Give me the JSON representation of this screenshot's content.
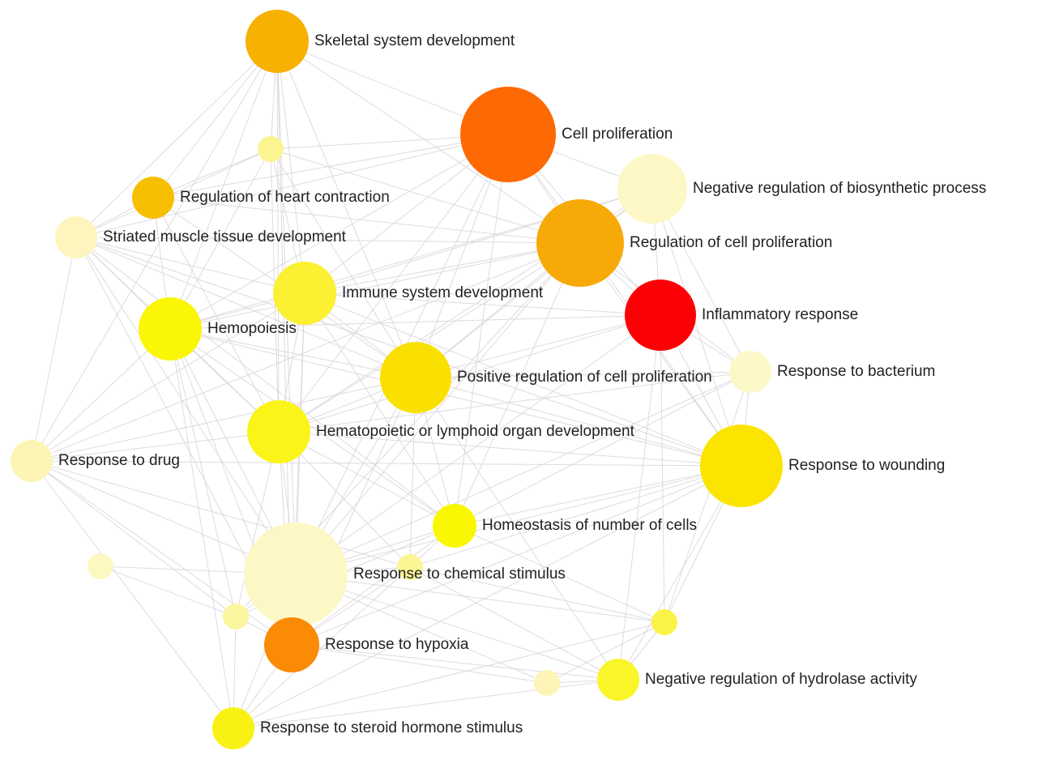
{
  "nodes": [
    {
      "id": "n_skeletal",
      "label": "Skeletal system development",
      "color": "#f7b100"
    },
    {
      "id": "n_cellprolif",
      "label": "Cell proliferation",
      "color": "#fd6a03"
    },
    {
      "id": "n_smallA",
      "label": "",
      "color": "#fbf591"
    },
    {
      "id": "n_heart",
      "label": "Regulation of heart contraction",
      "color": "#f6c000"
    },
    {
      "id": "n_negbio",
      "label": "Negative regulation of biosynthetic process",
      "color": "#fdf7c5"
    },
    {
      "id": "n_striated",
      "label": "Striated muscle tissue development",
      "color": "#fdf5bd"
    },
    {
      "id": "n_regcell",
      "label": "Regulation of cell proliferation",
      "color": "#f7a907"
    },
    {
      "id": "n_immune",
      "label": "Immune system development",
      "color": "#fbf032"
    },
    {
      "id": "n_inflam",
      "label": "Inflammatory response",
      "color": "#fc0005"
    },
    {
      "id": "n_hemo",
      "label": "Hemopoiesis",
      "color": "#faf605"
    },
    {
      "id": "n_bacterium",
      "label": "Response to bacterium",
      "color": "#fdf8c8"
    },
    {
      "id": "n_posreg",
      "label": "Positive regulation of cell proliferation",
      "color": "#fae000"
    },
    {
      "id": "n_hemato",
      "label": "Hematopoietic or lymphoid organ development",
      "color": "#faf419"
    },
    {
      "id": "n_drug",
      "label": "Response to drug",
      "color": "#fdf5b6"
    },
    {
      "id": "n_wound",
      "label": "Response to wounding",
      "color": "#fbe400"
    },
    {
      "id": "n_homeo",
      "label": "Homeostasis of number of cells",
      "color": "#faf800"
    },
    {
      "id": "n_smallB",
      "label": "",
      "color": "#fdf7c1"
    },
    {
      "id": "n_chem",
      "label": "Response to chemical stimulus",
      "color": "#fdf7c6"
    },
    {
      "id": "n_smallC",
      "label": "",
      "color": "#fbf594"
    },
    {
      "id": "n_smallD",
      "label": "",
      "color": "#fbf6a0"
    },
    {
      "id": "n_smallE",
      "label": "",
      "color": "#fbf446"
    },
    {
      "id": "n_hypoxia",
      "label": "Response to hypoxia",
      "color": "#fb8a04"
    },
    {
      "id": "n_smallF",
      "label": "",
      "color": "#fdf5b5"
    },
    {
      "id": "n_hydrolase",
      "label": "Negative regulation of hydrolase activity",
      "color": "#faf529"
    },
    {
      "id": "n_steroid",
      "label": "Response to steroid hormone stimulus",
      "color": "#faf114"
    }
  ],
  "edges": [
    [
      "n_skeletal",
      "n_smallA"
    ],
    [
      "n_skeletal",
      "n_heart"
    ],
    [
      "n_skeletal",
      "n_striated"
    ],
    [
      "n_skeletal",
      "n_cellprolif"
    ],
    [
      "n_skeletal",
      "n_regcell"
    ],
    [
      "n_skeletal",
      "n_hemo"
    ],
    [
      "n_skeletal",
      "n_immune"
    ],
    [
      "n_skeletal",
      "n_hemato"
    ],
    [
      "n_skeletal",
      "n_posreg"
    ],
    [
      "n_skeletal",
      "n_drug"
    ],
    [
      "n_skeletal",
      "n_chem"
    ],
    [
      "n_skeletal",
      "n_hypoxia"
    ],
    [
      "n_smallA",
      "n_heart"
    ],
    [
      "n_smallA",
      "n_striated"
    ],
    [
      "n_smallA",
      "n_regcell"
    ],
    [
      "n_smallA",
      "n_hemo"
    ],
    [
      "n_smallA",
      "n_immune"
    ],
    [
      "n_smallA",
      "n_hemato"
    ],
    [
      "n_smallA",
      "n_posreg"
    ],
    [
      "n_smallA",
      "n_cellprolif"
    ],
    [
      "n_heart",
      "n_striated"
    ],
    [
      "n_heart",
      "n_regcell"
    ],
    [
      "n_heart",
      "n_hemo"
    ],
    [
      "n_heart",
      "n_hemato"
    ],
    [
      "n_heart",
      "n_posreg"
    ],
    [
      "n_cellprolif",
      "n_regcell"
    ],
    [
      "n_cellprolif",
      "n_negbio"
    ],
    [
      "n_cellprolif",
      "n_inflam"
    ],
    [
      "n_cellprolif",
      "n_posreg"
    ],
    [
      "n_cellprolif",
      "n_immune"
    ],
    [
      "n_cellprolif",
      "n_striated"
    ],
    [
      "n_cellprolif",
      "n_hemato"
    ],
    [
      "n_cellprolif",
      "n_wound"
    ],
    [
      "n_cellprolif",
      "n_chem"
    ],
    [
      "n_cellprolif",
      "n_homeo"
    ],
    [
      "n_cellprolif",
      "n_hemo"
    ],
    [
      "n_cellprolif",
      "n_heart"
    ],
    [
      "n_negbio",
      "n_regcell"
    ],
    [
      "n_negbio",
      "n_inflam"
    ],
    [
      "n_negbio",
      "n_bacterium"
    ],
    [
      "n_negbio",
      "n_wound"
    ],
    [
      "n_negbio",
      "n_posreg"
    ],
    [
      "n_negbio",
      "n_immune"
    ],
    [
      "n_negbio",
      "n_hemo"
    ],
    [
      "n_negbio",
      "n_hemato"
    ],
    [
      "n_striated",
      "n_regcell"
    ],
    [
      "n_striated",
      "n_hemo"
    ],
    [
      "n_striated",
      "n_hemato"
    ],
    [
      "n_striated",
      "n_drug"
    ],
    [
      "n_striated",
      "n_posreg"
    ],
    [
      "n_striated",
      "n_chem"
    ],
    [
      "n_striated",
      "n_immune"
    ],
    [
      "n_striated",
      "n_homeo"
    ],
    [
      "n_striated",
      "n_hypoxia"
    ],
    [
      "n_striated",
      "n_wound"
    ],
    [
      "n_regcell",
      "n_immune"
    ],
    [
      "n_regcell",
      "n_inflam"
    ],
    [
      "n_regcell",
      "n_posreg"
    ],
    [
      "n_regcell",
      "n_hemo"
    ],
    [
      "n_regcell",
      "n_hemato"
    ],
    [
      "n_regcell",
      "n_wound"
    ],
    [
      "n_regcell",
      "n_bacterium"
    ],
    [
      "n_regcell",
      "n_chem"
    ],
    [
      "n_regcell",
      "n_homeo"
    ],
    [
      "n_regcell",
      "n_drug"
    ],
    [
      "n_regcell",
      "n_smallD"
    ],
    [
      "n_immune",
      "n_hemo"
    ],
    [
      "n_immune",
      "n_hemato"
    ],
    [
      "n_immune",
      "n_posreg"
    ],
    [
      "n_immune",
      "n_inflam"
    ],
    [
      "n_immune",
      "n_homeo"
    ],
    [
      "n_immune",
      "n_chem"
    ],
    [
      "n_immune",
      "n_wound"
    ],
    [
      "n_immune",
      "n_drug"
    ],
    [
      "n_immune",
      "n_hypoxia"
    ],
    [
      "n_inflam",
      "n_bacterium"
    ],
    [
      "n_inflam",
      "n_wound"
    ],
    [
      "n_inflam",
      "n_posreg"
    ],
    [
      "n_inflam",
      "n_hemo"
    ],
    [
      "n_inflam",
      "n_chem"
    ],
    [
      "n_inflam",
      "n_hemato"
    ],
    [
      "n_inflam",
      "n_smallE"
    ],
    [
      "n_inflam",
      "n_hydrolase"
    ],
    [
      "n_hemo",
      "n_hemato"
    ],
    [
      "n_hemo",
      "n_posreg"
    ],
    [
      "n_hemo",
      "n_homeo"
    ],
    [
      "n_hemo",
      "n_chem"
    ],
    [
      "n_hemo",
      "n_drug"
    ],
    [
      "n_hemo",
      "n_hypoxia"
    ],
    [
      "n_hemo",
      "n_wound"
    ],
    [
      "n_hemo",
      "n_smallD"
    ],
    [
      "n_hemo",
      "n_steroid"
    ],
    [
      "n_bacterium",
      "n_wound"
    ],
    [
      "n_bacterium",
      "n_posreg"
    ],
    [
      "n_bacterium",
      "n_hemato"
    ],
    [
      "n_bacterium",
      "n_smallE"
    ],
    [
      "n_bacterium",
      "n_chem"
    ],
    [
      "n_bacterium",
      "n_homeo"
    ],
    [
      "n_posreg",
      "n_hemato"
    ],
    [
      "n_posreg",
      "n_wound"
    ],
    [
      "n_posreg",
      "n_homeo"
    ],
    [
      "n_posreg",
      "n_chem"
    ],
    [
      "n_posreg",
      "n_drug"
    ],
    [
      "n_posreg",
      "n_hypoxia"
    ],
    [
      "n_posreg",
      "n_smallC"
    ],
    [
      "n_posreg",
      "n_hydrolase"
    ],
    [
      "n_hemato",
      "n_homeo"
    ],
    [
      "n_hemato",
      "n_chem"
    ],
    [
      "n_hemato",
      "n_drug"
    ],
    [
      "n_hemato",
      "n_wound"
    ],
    [
      "n_hemato",
      "n_hypoxia"
    ],
    [
      "n_hemato",
      "n_smallC"
    ],
    [
      "n_hemato",
      "n_smallD"
    ],
    [
      "n_drug",
      "n_chem"
    ],
    [
      "n_drug",
      "n_hypoxia"
    ],
    [
      "n_drug",
      "n_smallD"
    ],
    [
      "n_drug",
      "n_wound"
    ],
    [
      "n_drug",
      "n_smallC"
    ],
    [
      "n_drug",
      "n_steroid"
    ],
    [
      "n_wound",
      "n_homeo"
    ],
    [
      "n_wound",
      "n_chem"
    ],
    [
      "n_wound",
      "n_smallC"
    ],
    [
      "n_wound",
      "n_smallE"
    ],
    [
      "n_wound",
      "n_hypoxia"
    ],
    [
      "n_wound",
      "n_hydrolase"
    ],
    [
      "n_wound",
      "n_steroid"
    ],
    [
      "n_homeo",
      "n_chem"
    ],
    [
      "n_homeo",
      "n_smallC"
    ],
    [
      "n_homeo",
      "n_hypoxia"
    ],
    [
      "n_homeo",
      "n_smallE"
    ],
    [
      "n_homeo",
      "n_smallD"
    ],
    [
      "n_smallB",
      "n_chem"
    ],
    [
      "n_smallB",
      "n_smallD"
    ],
    [
      "n_chem",
      "n_smallC"
    ],
    [
      "n_chem",
      "n_smallD"
    ],
    [
      "n_chem",
      "n_hypoxia"
    ],
    [
      "n_chem",
      "n_steroid"
    ],
    [
      "n_chem",
      "n_hydrolase"
    ],
    [
      "n_chem",
      "n_smallF"
    ],
    [
      "n_chem",
      "n_smallE"
    ],
    [
      "n_smallC",
      "n_hypoxia"
    ],
    [
      "n_smallC",
      "n_smallE"
    ],
    [
      "n_smallC",
      "n_hydrolase"
    ],
    [
      "n_smallC",
      "n_steroid"
    ],
    [
      "n_smallD",
      "n_hypoxia"
    ],
    [
      "n_smallD",
      "n_steroid"
    ],
    [
      "n_hypoxia",
      "n_steroid"
    ],
    [
      "n_hypoxia",
      "n_smallF"
    ],
    [
      "n_hypoxia",
      "n_hydrolase"
    ],
    [
      "n_smallE",
      "n_hydrolase"
    ],
    [
      "n_smallE",
      "n_smallF"
    ],
    [
      "n_smallE",
      "n_steroid"
    ],
    [
      "n_smallF",
      "n_hydrolase"
    ],
    [
      "n_steroid",
      "n_hydrolase"
    ]
  ]
}
